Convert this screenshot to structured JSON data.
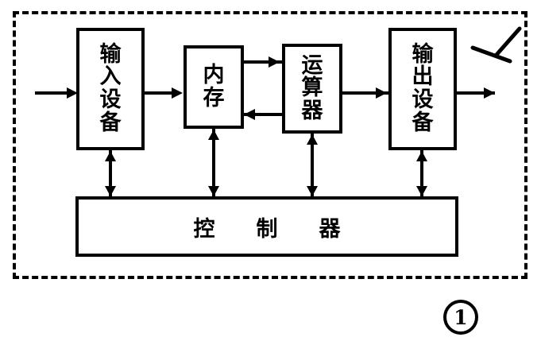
{
  "diagram": {
    "title_mark": "∠",
    "figure_number": "1",
    "boundary": {
      "style": "dashed",
      "color": "#000000"
    },
    "blocks": [
      {
        "id": "input",
        "label": "输入设备",
        "orientation": "vertical"
      },
      {
        "id": "memory",
        "label": "内存",
        "orientation": "vertical"
      },
      {
        "id": "alu",
        "label": "运算器",
        "orientation": "vertical"
      },
      {
        "id": "output",
        "label": "输出设备",
        "orientation": "vertical"
      },
      {
        "id": "control",
        "label": "控制器",
        "orientation": "horizontal"
      }
    ],
    "connections": [
      {
        "from": "external-in",
        "to": "input",
        "direction": "right",
        "kind": "data"
      },
      {
        "from": "input",
        "to": "memory",
        "direction": "right",
        "kind": "data"
      },
      {
        "from": "memory",
        "to": "alu",
        "direction": "right",
        "kind": "data"
      },
      {
        "from": "alu",
        "to": "memory",
        "direction": "left",
        "kind": "data"
      },
      {
        "from": "alu",
        "to": "output",
        "direction": "right",
        "kind": "data"
      },
      {
        "from": "output",
        "to": "external-out",
        "direction": "right",
        "kind": "data"
      },
      {
        "from": "control",
        "to": "input",
        "direction": "both",
        "kind": "control"
      },
      {
        "from": "control",
        "to": "memory",
        "direction": "both",
        "kind": "control"
      },
      {
        "from": "control",
        "to": "alu",
        "direction": "both",
        "kind": "control"
      },
      {
        "from": "control",
        "to": "output",
        "direction": "both",
        "kind": "control"
      }
    ]
  }
}
